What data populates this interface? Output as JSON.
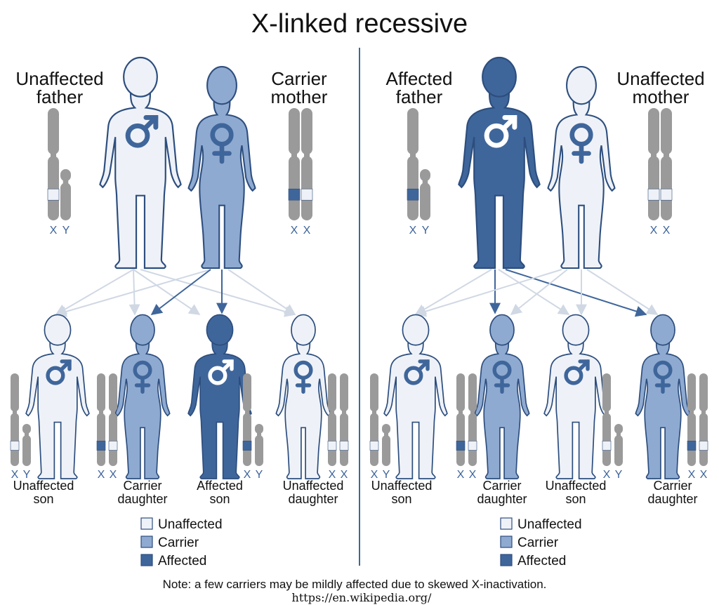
{
  "title": "X-linked recessive",
  "colors": {
    "unaffected": "#eef2f8",
    "carrier": "#8faad1",
    "affected": "#3f669b",
    "outline": "#2d4e7e",
    "chromosome": "#9a9a9a",
    "arrow_light": "#d0d8e4",
    "arrow_dark": "#3f669b"
  },
  "panels": [
    {
      "father": {
        "label_line1": "Unaffected",
        "label_line2": "father",
        "status": "unaffected",
        "chr_label": "X Y",
        "x_allele": "normal"
      },
      "mother": {
        "label_line1": "Carrier",
        "label_line2": "mother",
        "status": "carrier",
        "chr_label": "X X",
        "x_alleles": [
          "mutant",
          "normal"
        ]
      },
      "children": [
        {
          "label_line1": "Unaffected",
          "label_line2": "son",
          "status": "unaffected",
          "sex": "male",
          "chr_label": "X Y"
        },
        {
          "label_line1": "Carrier",
          "label_line2": "daughter",
          "status": "carrier",
          "sex": "female",
          "chr_label": "X X"
        },
        {
          "label_line1": "Affected",
          "label_line2": "son",
          "status": "affected",
          "sex": "male",
          "chr_label": "X Y"
        },
        {
          "label_line1": "Unaffected",
          "label_line2": "daughter",
          "status": "unaffected",
          "sex": "female",
          "chr_label": "X X"
        }
      ],
      "legend": [
        {
          "status": "unaffected",
          "label": "Unaffected"
        },
        {
          "status": "carrier",
          "label": "Carrier"
        },
        {
          "status": "affected",
          "label": "Affected"
        }
      ]
    },
    {
      "father": {
        "label_line1": "Affected",
        "label_line2": "father",
        "status": "affected",
        "chr_label": "X Y",
        "x_allele": "mutant"
      },
      "mother": {
        "label_line1": "Unaffected",
        "label_line2": "mother",
        "status": "unaffected",
        "chr_label": "X X",
        "x_alleles": [
          "normal",
          "normal"
        ]
      },
      "children": [
        {
          "label_line1": "Unaffected",
          "label_line2": "son",
          "status": "unaffected",
          "sex": "male",
          "chr_label": "X Y"
        },
        {
          "label_line1": "Carrier",
          "label_line2": "daughter",
          "status": "carrier",
          "sex": "female",
          "chr_label": "X X"
        },
        {
          "label_line1": "Unaffected",
          "label_line2": "son",
          "status": "unaffected",
          "sex": "male",
          "chr_label": "X Y"
        },
        {
          "label_line1": "Carrier",
          "label_line2": "daughter",
          "status": "carrier",
          "sex": "female",
          "chr_label": "X X"
        }
      ],
      "legend": [
        {
          "status": "unaffected",
          "label": "Unaffected"
        },
        {
          "status": "carrier",
          "label": "Carrier"
        },
        {
          "status": "affected",
          "label": "Affected"
        }
      ]
    }
  ],
  "note": "Note: a few carriers may be mildly affected due to skewed X-inactivation.",
  "source": "https://en.wikipedia.org/"
}
